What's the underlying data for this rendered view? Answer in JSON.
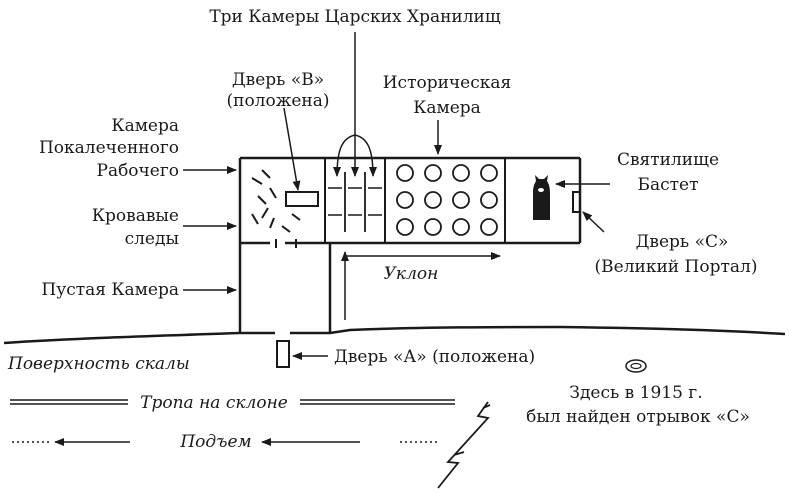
{
  "labels": {
    "top_title": "Три Камеры Царских Хранилищ",
    "door_b_1": "Дверь «В»",
    "door_b_2": "(положена)",
    "historic_1": "Историческая",
    "historic_2": "Камера",
    "crippled_1": "Камера",
    "crippled_2": "Покалеченного",
    "crippled_3": "Рабочего",
    "bloody_1": "Кровавые",
    "bloody_2": "следы",
    "empty_chamber": "Пустая Камера",
    "sanctuary_1": "Святилище",
    "sanctuary_2": "Бастет",
    "door_c_1": "Дверь «С»",
    "door_c_2": "(Великий Портал)",
    "slope": "Уклон",
    "rock_surface": "Поверхность скалы",
    "door_a": "Дверь «А» (положена)",
    "found_1": "Здесь в 1915 г.",
    "found_2": "был найден отрывок «С»",
    "hillside_path": "Тропа на склоне",
    "ascent": "Подъем"
  }
}
